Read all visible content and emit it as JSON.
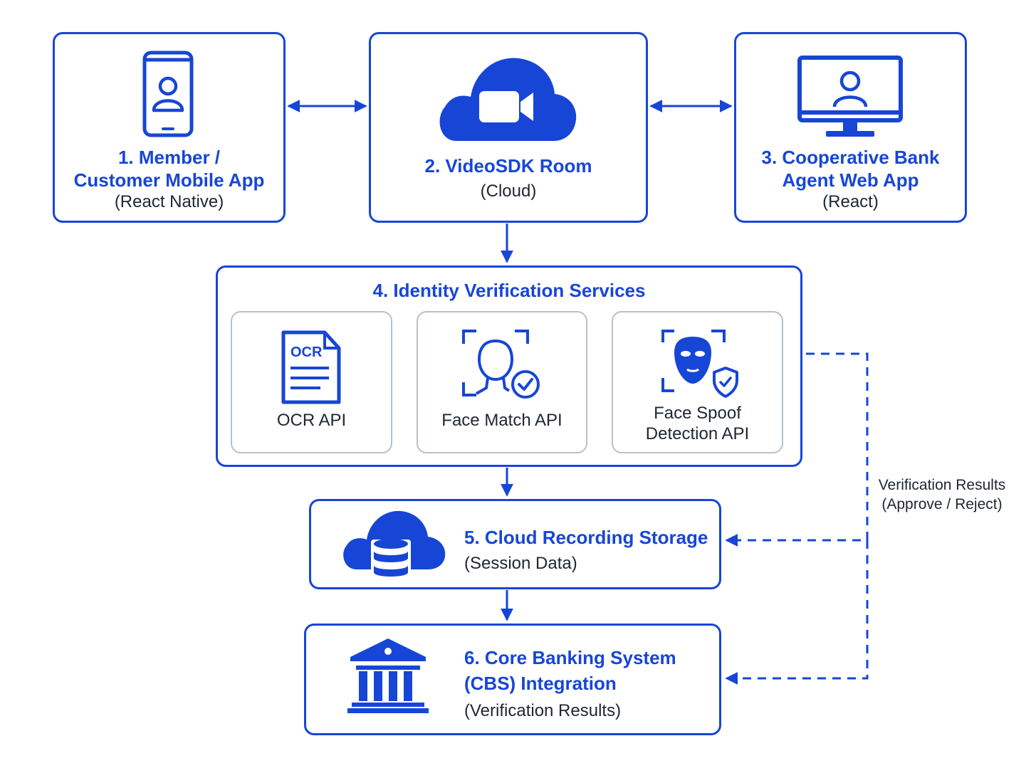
{
  "colors": {
    "primary": "#1746d6",
    "subtle_border": "#b9c0cc",
    "text_dark": "#1f2533"
  },
  "nodes": {
    "mobile": {
      "line1": "1. Member /",
      "line2": "Customer Mobile App",
      "sub": "(React Native)",
      "icon": "smartphone-user-icon"
    },
    "room": {
      "title": "2. VideoSDK Room",
      "sub": "(Cloud)",
      "icon": "cloud-video-icon"
    },
    "agent": {
      "line1": "3. Cooperative Bank",
      "line2": "Agent Web App",
      "sub": "(React)",
      "icon": "monitor-user-icon"
    },
    "ivs": {
      "title": "4. Identity Verification Services",
      "services": [
        {
          "label": "OCR API",
          "icon_text": "OCR",
          "icon": "ocr-document-icon"
        },
        {
          "label": "Face Match API",
          "icon": "face-match-icon"
        },
        {
          "line1": "Face Spoof",
          "line2": "Detection API",
          "icon": "face-spoof-shield-icon"
        }
      ]
    },
    "storage": {
      "title": "5. Cloud Recording Storage",
      "sub": "(Session Data)",
      "icon": "cloud-database-icon"
    },
    "cbs": {
      "line1": "6. Core Banking System",
      "line2": "(CBS) Integration",
      "sub": "(Verification Results)",
      "icon": "bank-building-icon"
    }
  },
  "edges": {
    "results_label_line1": "Verification Results",
    "results_label_line2": "(Approve / Reject)"
  }
}
